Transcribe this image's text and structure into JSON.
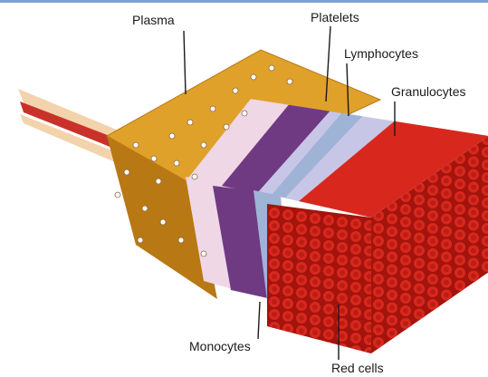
{
  "labels": {
    "plasma": "Plasma",
    "platelets": "Platelets",
    "lymphocytes": "Lymphocytes",
    "granulocytes": "Granulocytes",
    "monocytes": "Monocytes",
    "red_cells": "Red cells"
  },
  "colors": {
    "plasma": "#e0a12a",
    "plasma_dark": "#b87814",
    "platelets": "#efd7e6",
    "lymphocytes": "#6f3a82",
    "granulocytes": "#c8c6e6",
    "monocytes": "#9eb3d6",
    "red_cells": "#d8281e",
    "red_cells_dark": "#a3140d",
    "vessel_outer": "#f3d3ac",
    "vessel_inner": "#c8322a",
    "top_rule": "#7da0d6"
  },
  "icons": [
    "blood-vessel-icon",
    "blood-tissue-block-icon"
  ]
}
